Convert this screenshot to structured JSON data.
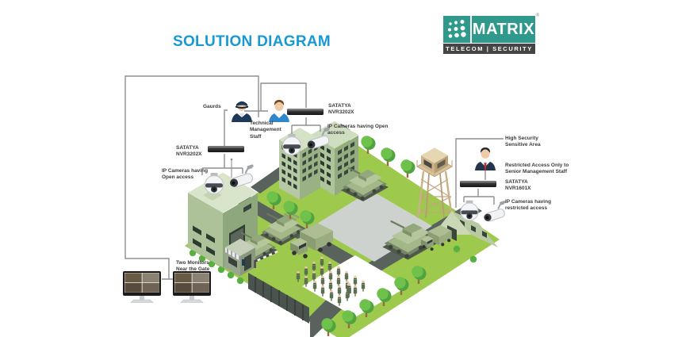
{
  "title": "SOLUTION DIAGRAM",
  "logo": {
    "brand": "MATRIX",
    "registered": "®",
    "tagline": "TELECOM | SECURITY"
  },
  "labels": {
    "guards": "Gaurds",
    "tech_staff": "Technical\nManagement\nStaff",
    "nvr_top": "SATATYA\nNVR3202X",
    "cams_open_top": "IP Cameras having Open\naccess",
    "nvr_left": "SATATYA\nNVR3202X",
    "cams_open_left": "IP Cameras having\nOpen access",
    "monitors": "Two Monitors\nNear the Gate",
    "high_security": "High Security\nSensitive Area",
    "restricted": "Restricted Access Only to\nSenior Management Staff",
    "nvr_right": "SATATYA\nNVR1601X",
    "cams_restricted": "IP Cameras having\nrestricted access"
  },
  "icons": {
    "logo_dots": "dot-matrix-icon",
    "people": [
      "guard-icon",
      "technical-staff-icon",
      "senior-manager-icon"
    ],
    "devices": [
      "nvr-device",
      "dome-camera-icon",
      "bullet-camera-icon",
      "monitor-icon"
    ]
  },
  "colors": {
    "accent_blue": "#1899D4",
    "brand_teal": "#2F998C",
    "tagline_bar": "#454545",
    "label_text": "#3C3C3C",
    "connector_gray": "#8F8F8F",
    "grass": "#9DC94C",
    "road_dark": "#59625C",
    "courtyard_light": "#CDD2CF",
    "building_sage": "#B7C9A4",
    "window_dark": "#2E3F33",
    "tower_tan": "#D8C49C"
  }
}
